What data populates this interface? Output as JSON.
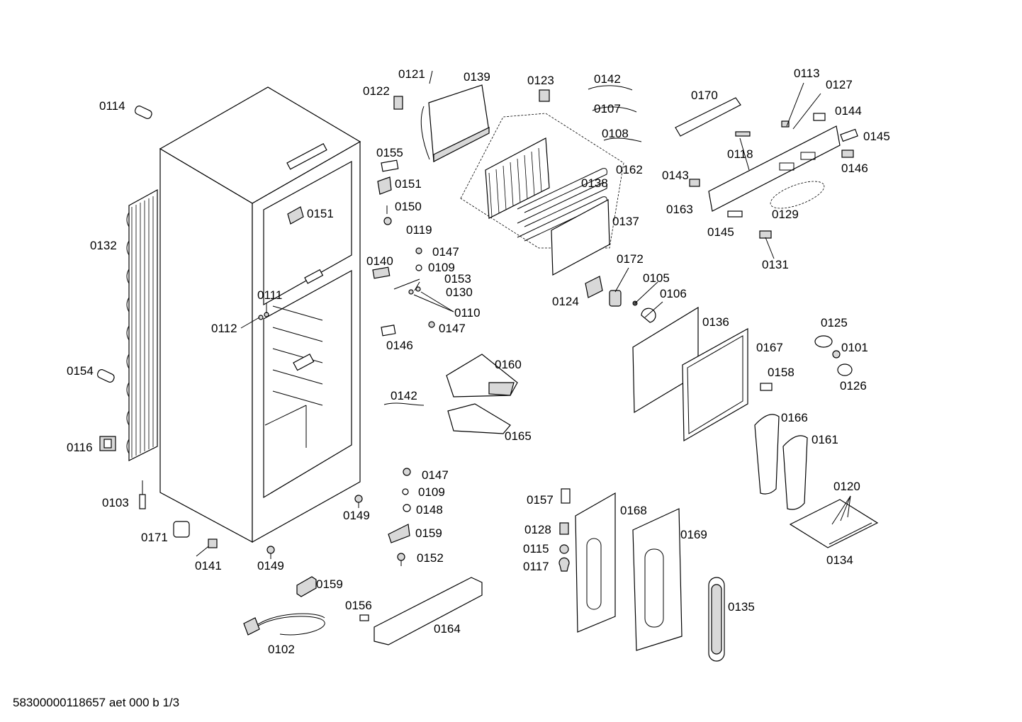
{
  "document_id": "58300000118657 aet 000 b 1/3",
  "callouts": [
    "0114",
    "0132",
    "0154",
    "0116",
    "0103",
    "0171",
    "0141",
    "0149",
    "0149",
    "0102",
    "0112",
    "0111",
    "0151",
    "0121",
    "0139",
    "0122",
    "0155",
    "0151",
    "0150",
    "0119",
    "0123",
    "0142",
    "0107",
    "0108",
    "0162",
    "0138",
    "0137",
    "0140",
    "0147",
    "0109",
    "0153",
    "0130",
    "0110",
    "0147",
    "0146",
    "0160",
    "0142",
    "0165",
    "0147",
    "0109",
    "0148",
    "0159",
    "0152",
    "0159",
    "0156",
    "0164",
    "0124",
    "0172",
    "0105",
    "0106",
    "0136",
    "0167",
    "0158",
    "0170",
    "0113",
    "0127",
    "0144",
    "0145",
    "0146",
    "0118",
    "0143",
    "0163",
    "0145",
    "0129",
    "0131",
    "0125",
    "0101",
    "0126",
    "0166",
    "0161",
    "0120",
    "0134",
    "0157",
    "0168",
    "0169",
    "0128",
    "0115",
    "0117",
    "0135"
  ]
}
